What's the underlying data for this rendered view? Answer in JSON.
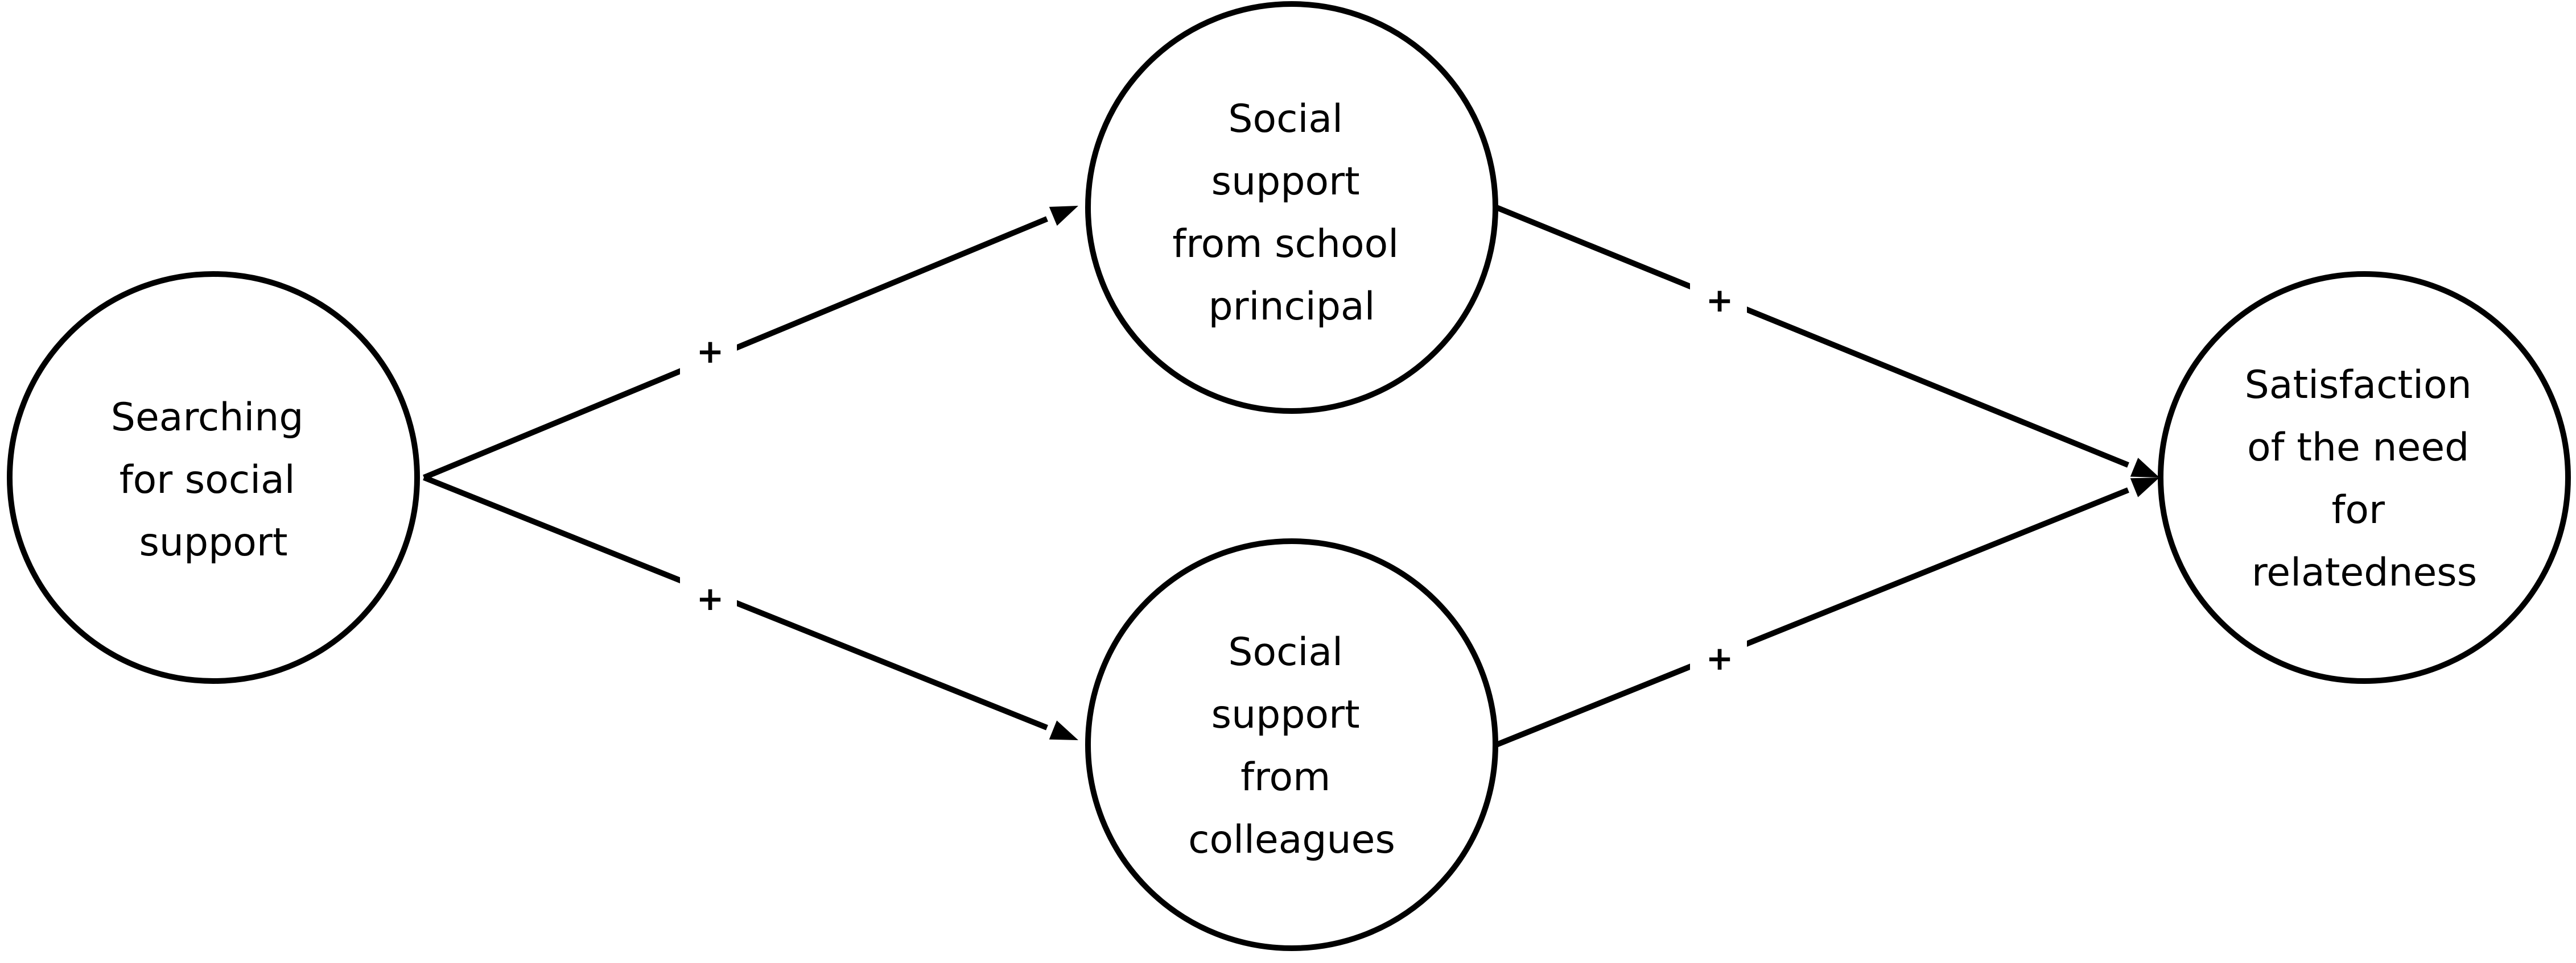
{
  "diagram": {
    "nodes": {
      "searching": {
        "lines": [
          "Searching",
          "for social",
          "support"
        ]
      },
      "principal": {
        "lines": [
          "Social",
          "support",
          "from school",
          "principal"
        ]
      },
      "colleagues": {
        "lines": [
          "Social",
          "support",
          "from",
          "colleagues"
        ]
      },
      "relatedness": {
        "lines": [
          "Satisfaction",
          "of the need",
          "for",
          "relatedness"
        ]
      }
    },
    "edges": {
      "searching_to_principal": {
        "sign": "+"
      },
      "searching_to_colleagues": {
        "sign": "+"
      },
      "principal_to_relatedness": {
        "sign": "+"
      },
      "colleagues_to_relatedness": {
        "sign": "+"
      }
    },
    "colors": {
      "stroke": "#000000",
      "background": "#ffffff"
    }
  }
}
